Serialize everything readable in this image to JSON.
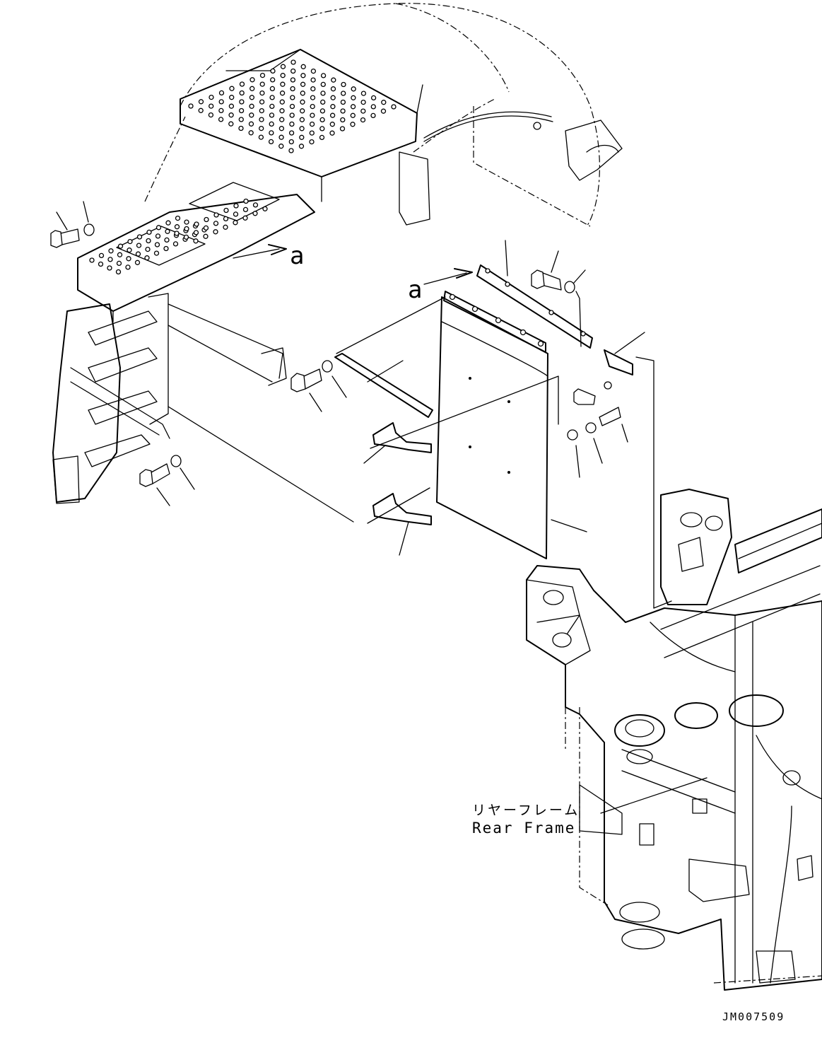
{
  "reference_marks": {
    "left": "a",
    "right": "a"
  },
  "labels": {
    "rear_frame_jp": "リヤーフレーム",
    "rear_frame_en": "Rear Frame"
  },
  "drawing_number": "JM007509"
}
